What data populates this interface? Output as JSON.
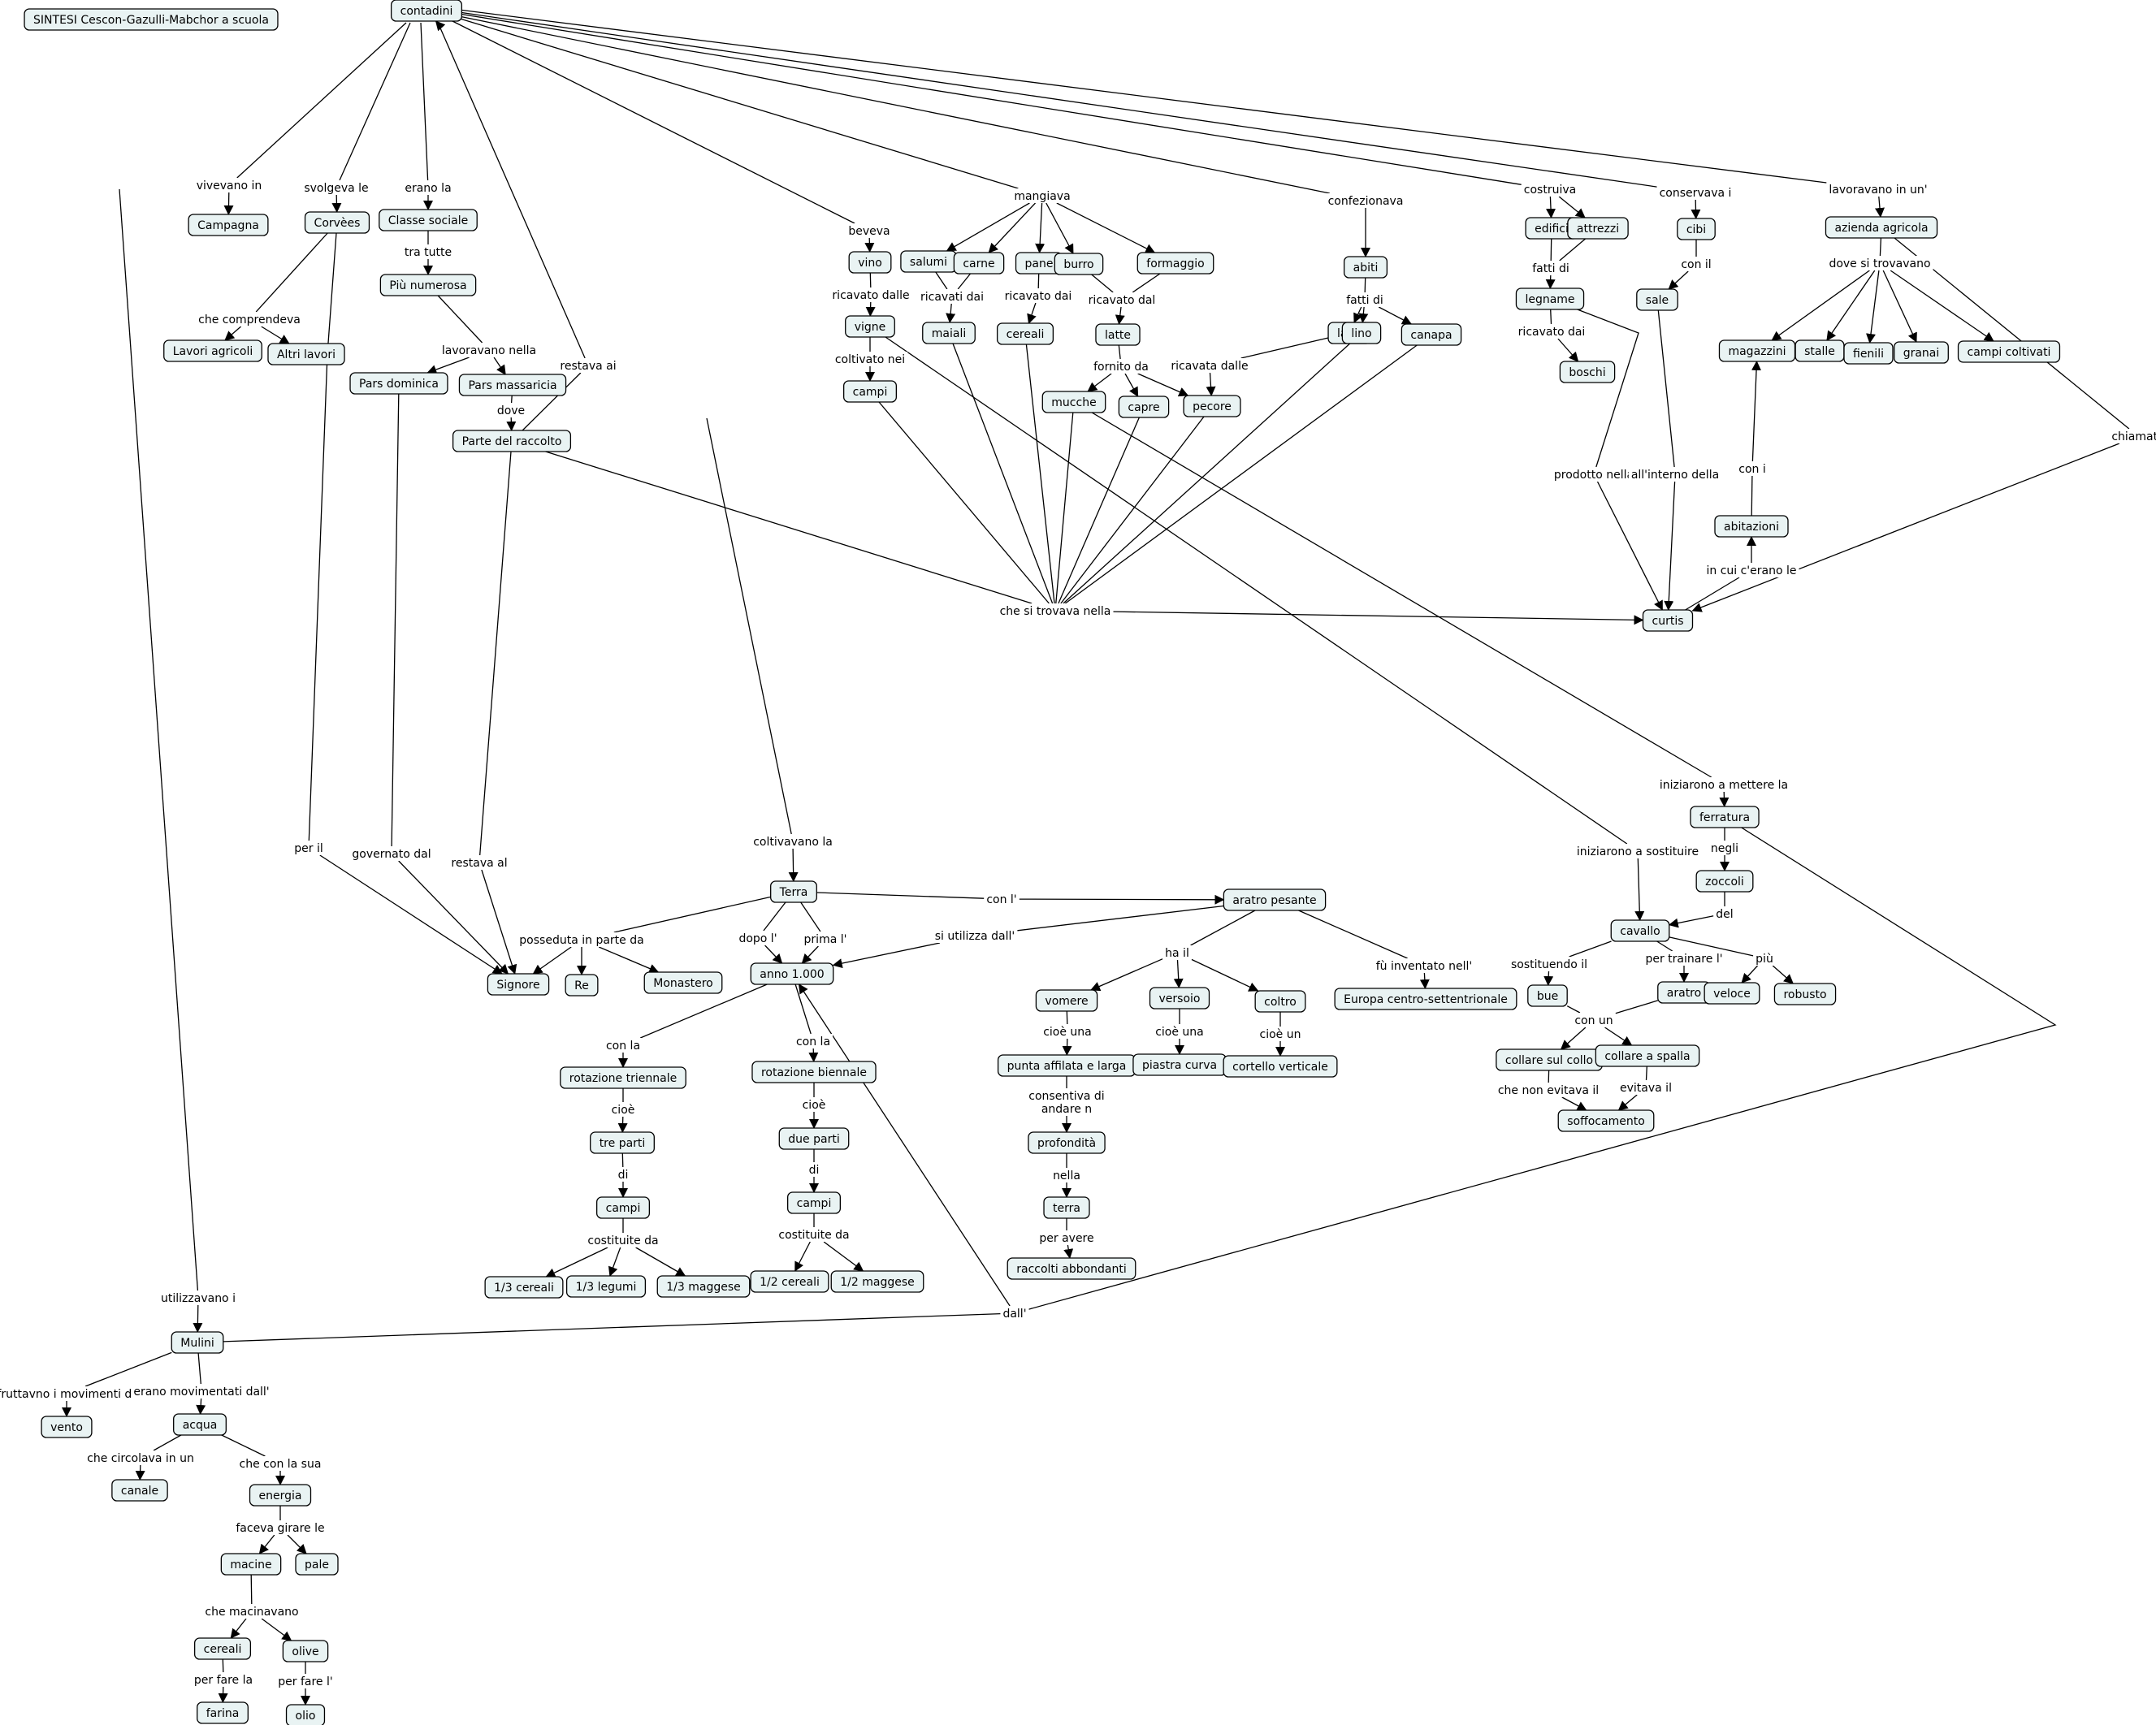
{
  "concepts": {
    "title": "SINTESI Cescon-Gazulli-Mabchor a scuola",
    "contadini": "contadini",
    "campagna": "Campagna",
    "corvees": "Corvèes",
    "classe": "Classe sociale",
    "piu_numerosa": "Più numerosa",
    "lavori_agricoli": "Lavori agricoli",
    "altri_lavori": "Altri lavori",
    "pars_dominica": "Pars dominica",
    "pars_massaricia": "Pars massaricia",
    "parte_raccolto": "Parte del raccolto",
    "vino": "vino",
    "vigne": "vigne",
    "campi_v": "campi",
    "salumi": "salumi",
    "carne": "carne",
    "maiali": "maiali",
    "pane": "pane",
    "burro": "burro",
    "formaggio": "formaggio",
    "cereali_p": "cereali",
    "latte": "latte",
    "mucche": "mucche",
    "capre": "capre",
    "pecore": "pecore",
    "abiti": "abiti",
    "lana": "lana",
    "lino": "lino",
    "canapa": "canapa",
    "edifici": "edifici",
    "attrezzi": "attrezzi",
    "legname": "legname",
    "boschi": "boschi",
    "cibi": "cibi",
    "sale": "sale",
    "azienda": "azienda agricola",
    "magazzini": "magazzini",
    "stalle": "stalle",
    "fienili": "fienili",
    "granai": "granai",
    "campi_coltivati": "campi coltivati",
    "abitazioni": "abitazioni",
    "curtis": "curtis",
    "ferratura": "ferratura",
    "zoccoli": "zoccoli",
    "cavallo": "cavallo",
    "bue": "bue",
    "aratro": "aratro",
    "veloce": "veloce",
    "robusto": "robusto",
    "collare_collo": "collare sul collo",
    "collare_spalla": "collare a spalla",
    "soffocamento": "soffocamento",
    "terra": "Terra",
    "signore": "Signore",
    "re": "Re",
    "monastero": "Monastero",
    "anno": "anno 1.000",
    "rot_triennale": "rotazione triennale",
    "tre_parti": "tre parti",
    "campi_t": "campi",
    "c13_cereali": "1/3 cereali",
    "c13_legumi": "1/3 legumi",
    "c13_maggese": "1/3 maggese",
    "rot_biennale": "rotazione biennale",
    "due_parti": "due parti",
    "campi_b": "campi",
    "c12_cereali": "1/2 cereali",
    "c12_maggese": "1/2 maggese",
    "aratro_pesante": "aratro pesante",
    "europa": "Europa centro-settentrionale",
    "vomere": "vomere",
    "versoio": "versoio",
    "coltro": "coltro",
    "punta": "punta affilata e larga",
    "piastra": "piastra curva",
    "cortello": "cortello verticale",
    "profondita": "profondità",
    "terra2": "terra",
    "raccolti": "raccolti abbondanti",
    "mulini": "Mulini",
    "vento": "vento",
    "acqua": "acqua",
    "canale": "canale",
    "energia": "energia",
    "macine": "macine",
    "pale": "pale",
    "cereali_m": "cereali",
    "olive": "olive",
    "farina": "farina",
    "olio": "olio"
  },
  "links": {
    "vivevano_in": "vivevano in",
    "svolgeva_le": "svolgeva le",
    "erano_la": "erano la",
    "tra_tutte": "tra tutte",
    "che_comprendeva": "che comprendeva",
    "lavoravano_nella": "lavoravano nella",
    "dove": "dove",
    "restava_ai": "restava ai",
    "beveva": "beveva",
    "ricavato_dalle": "ricavato dalle",
    "coltivato_nei": "coltivato nei",
    "mangiava": "mangiava",
    "ricavati_dai": "ricavati dai",
    "ricavato_dai_p": "ricavato dai",
    "ricavato_dal": "ricavato dal",
    "fornito_da": "fornito da",
    "ricavata_dalle": "ricavata dalle",
    "confezionava": "confezionava",
    "fatti_di_a": "fatti di",
    "costruiva": "costruiva",
    "fatti_di_e": "fatti di",
    "ricavato_dai_l": "ricavato dai",
    "conservava_i": "conservava i",
    "con_il": "con il",
    "lavoravano_in_un": "lavoravano in un'",
    "dove_si_trovavano": "dove si trovavano",
    "chiamata": "chiamata",
    "con_i": "con i",
    "in_cui_cerano_le": "in cui c'erano le",
    "prodotto_nella": "prodotto nella",
    "allinterno_della": "all'interno della",
    "che_si_trovava_nella": "che si trovava nella",
    "per_il": "per il",
    "governato_dal": "governato dal",
    "restava_al": "restava al",
    "coltivavano_la": "coltivavano la",
    "posseduta": "posseduta in parte da",
    "dopo_l": "dopo l'",
    "prima_l": "prima l'",
    "con_l": "con l'",
    "si_utilizza_dall": "si utilizza dall'",
    "con_la_t": "con la",
    "cioe_t": "cioè",
    "di_t": "di",
    "costituite_da_t": "costituite da",
    "con_la_b": "con la",
    "cioe_b": "cioè",
    "di_b": "di",
    "costituite_da_b": "costituite da",
    "ha_il": "ha il",
    "fu_inventato": "fù inventato nell'",
    "cioe_una_v": "cioè una",
    "cioe_una_s": "cioè una",
    "cioe_un": "cioè un",
    "consentiva": "consentiva di andare n",
    "nella": "nella",
    "per_avere": "per avere",
    "iniziarono_mettere": "iniziarono a mettere la",
    "negli": "negli",
    "del": "del",
    "iniziarono_sostituire": "iniziarono a sostituire",
    "sostituendo_il": "sostituendo il",
    "per_trainare": "per trainare l'",
    "piu": "più",
    "con_un": "con un",
    "che_non_evitava": "che non evitava il",
    "evitava_il": "evitava il",
    "utilizzavano_i": "utilizzavano i",
    "dall": "dall'",
    "sfruttavano": "sfruttavno i movimenti del",
    "erano_movimentati": "erano movimentati dall'",
    "che_circolava": "che circolava in un",
    "che_con_la_sua": "che con la sua",
    "faceva_girare": "faceva girare le",
    "che_macinavano": "che macinavano",
    "per_fare_la": "per fare la",
    "per_fare_l": "per fare l'"
  }
}
